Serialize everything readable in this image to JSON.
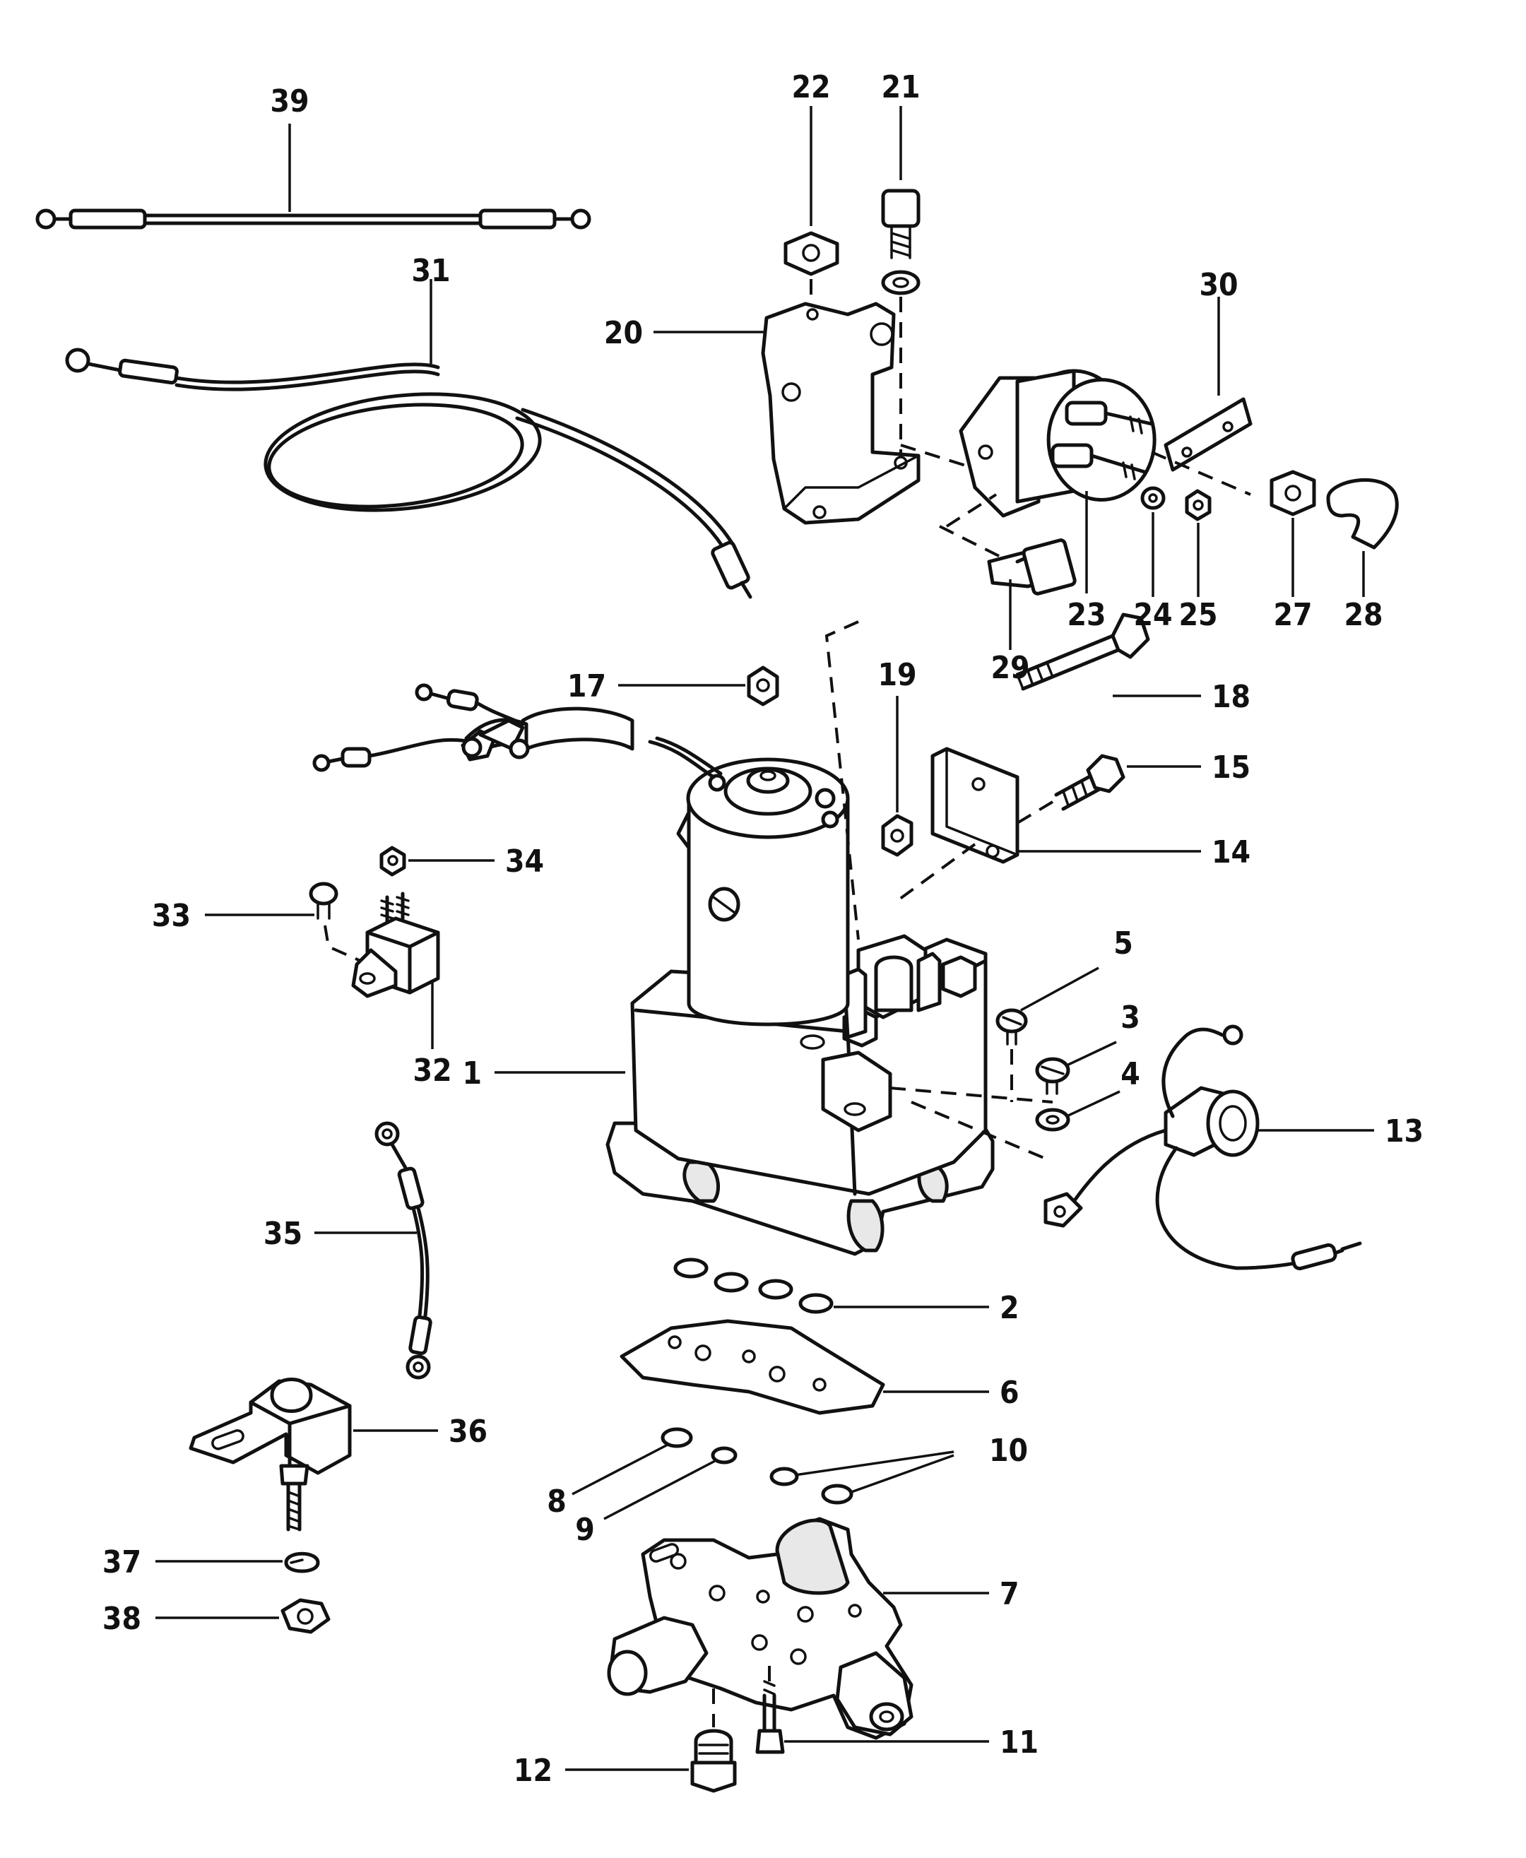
{
  "diagram": {
    "part_labels": {
      "p1": "1",
      "p2": "2",
      "p3": "3",
      "p4": "4",
      "p5": "5",
      "p6": "6",
      "p7": "7",
      "p8": "8",
      "p9": "9",
      "p10": "10",
      "p11": "11",
      "p12": "12",
      "p13": "13",
      "p14": "14",
      "p15": "15",
      "p17": "17",
      "p18": "18",
      "p19": "19",
      "p20": "20",
      "p21": "21",
      "p22": "22",
      "p23": "23",
      "p24": "24",
      "p25": "25",
      "p27": "27",
      "p28": "28",
      "p29": "29",
      "p30": "30",
      "p31": "31",
      "p32": "32",
      "p33": "33",
      "p34": "34",
      "p35": "35",
      "p36": "36",
      "p37": "37",
      "p38": "38",
      "p39": "39"
    }
  }
}
